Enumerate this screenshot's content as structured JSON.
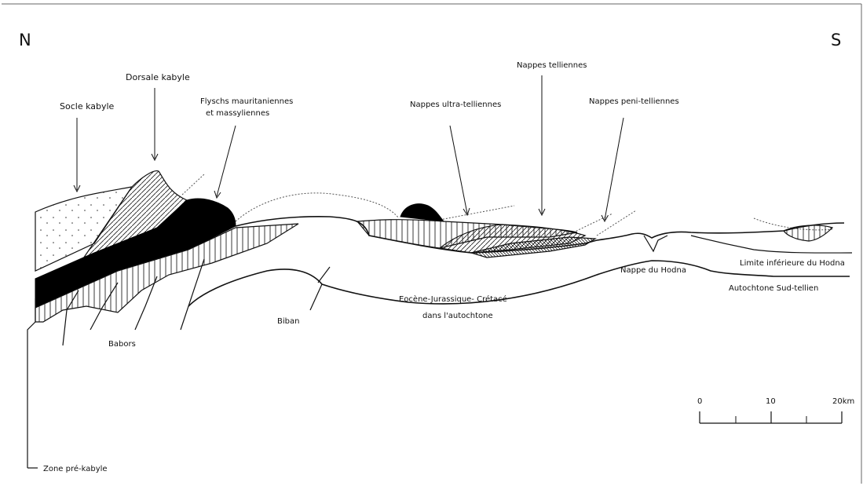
{
  "directions": {
    "north": "N",
    "south": "S"
  },
  "labels": {
    "socle_kabyle": "Socle kabyle",
    "dorsale_kabyle": "Dorsale kabyle",
    "flyschs_line1": "Flyschs mauritaniennes",
    "flyschs_line2": "et massyliennes",
    "nappes_ultra": "Nappes ultra-telliennes",
    "nappes_telliennes": "Nappes telliennes",
    "nappes_peni": "Nappes peni-telliennes",
    "nappe_hodna": "Nappe du Hodna",
    "limite_hodna": "Limite inférieure du Hodna",
    "autochtone": "Autochtone Sud-tellien",
    "eocene_line1": "Eocène-Jurassique- Crétacé",
    "eocene_line2": "dans l'autochtone",
    "biban": "Biban",
    "babors": "Babors",
    "zone_pre_kabyle": "Zone pré-kabyle"
  },
  "scale": {
    "ticks": [
      "0",
      "10",
      "20km"
    ],
    "max_km": 20
  }
}
